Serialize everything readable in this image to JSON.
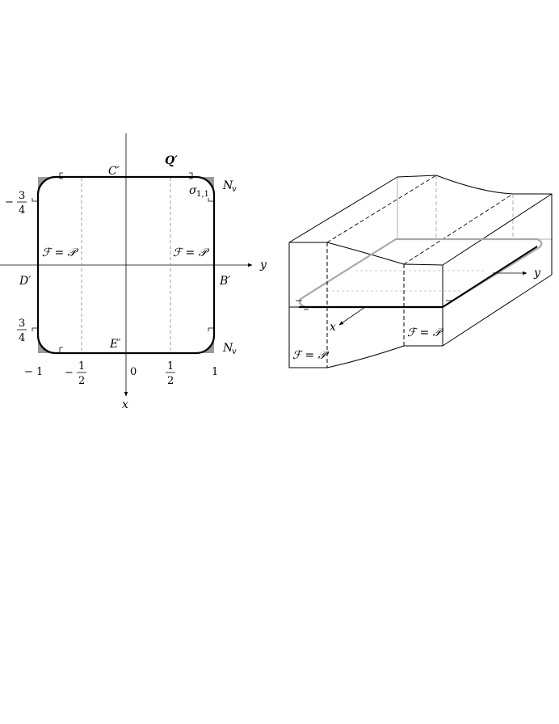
{
  "left_panel": {
    "title": "Q′",
    "axis_x": "x",
    "axis_y": "y",
    "corner_top": "C′",
    "corner_left": "D′",
    "corner_right": "B′",
    "corner_bottom": "E′",
    "sigma": "σ",
    "sigma_sub": "1,1",
    "nv_top": "N",
    "nv_top_sub": "v",
    "nv_bottom": "N",
    "nv_bottom_sub": "v",
    "f_eq_p_left": "ℱ = 𝒫",
    "f_eq_p_right": "ℱ = 𝒫",
    "frac_neg_three_quarter_sign": "−",
    "frac_neg_three_quarter_num": "3",
    "frac_neg_three_quarter_den": "4",
    "frac_three_quarter_num": "3",
    "frac_three_quarter_den": "4",
    "tick_neg_one": "− 1",
    "tick_neg_half_sign": "−",
    "tick_neg_half_num": "1",
    "tick_neg_half_den": "2",
    "tick_zero": "0",
    "tick_half_num": "1",
    "tick_half_den": "2",
    "tick_one": "1"
  },
  "right_panel": {
    "axis_x": "x",
    "axis_y": "y",
    "f_eq_p_left": "ℱ = 𝒫",
    "f_eq_p_middle": "ℱ = 𝒫"
  },
  "colors": {
    "ink": "#000000",
    "corner_fill": "#9a9a9a",
    "dash": "#888888",
    "gray_curve": "#a8a8a8"
  }
}
